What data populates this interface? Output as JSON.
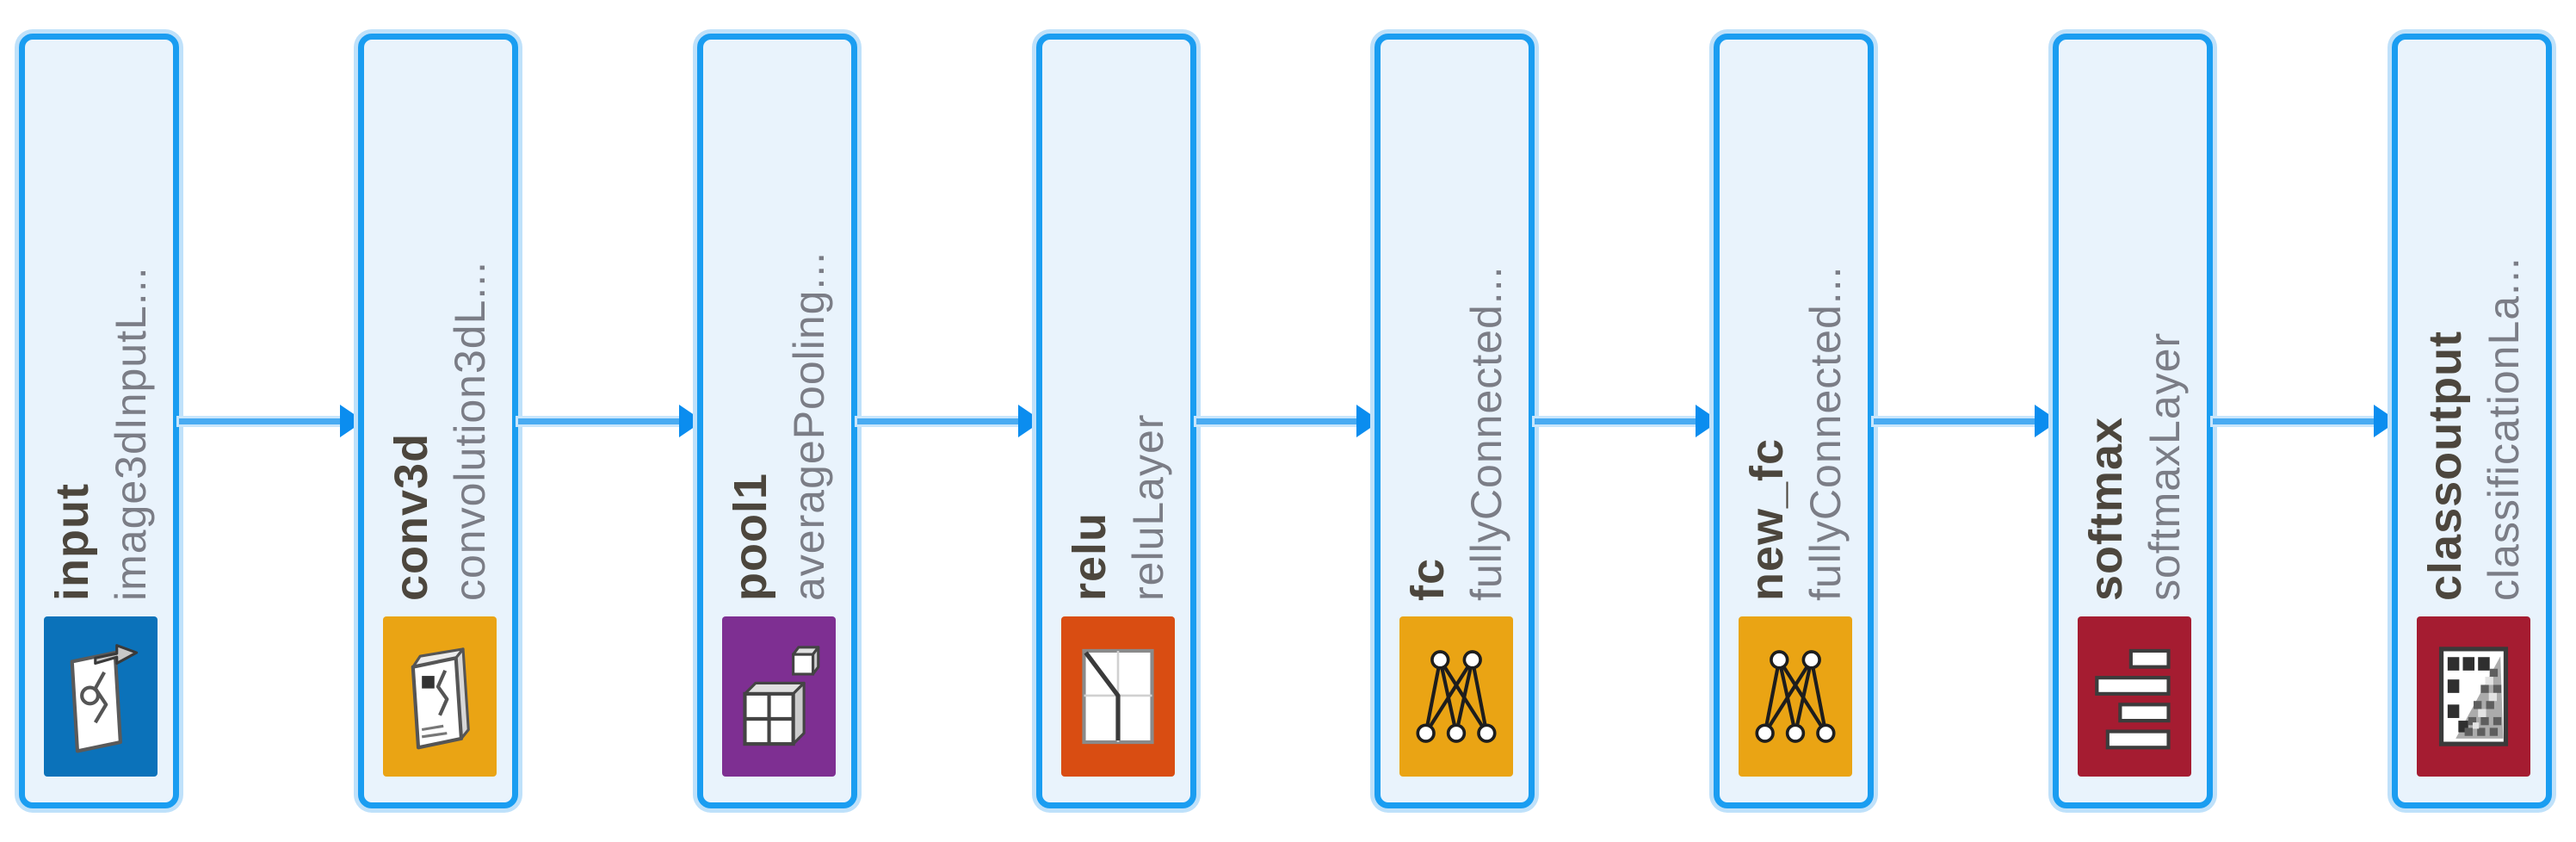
{
  "diagram": {
    "kind": "layer-graph",
    "direction": "left-to-right",
    "node_count": 8
  },
  "colors": {
    "node_border": "#1a9df1",
    "node_fill": "#e9f3fc",
    "node_glow": "#bfe1fa",
    "arrow_line": "#49abf2",
    "arrow_head": "#0b8def",
    "name_text": "#4c463d",
    "type_text": "#7b7d86"
  },
  "layers": [
    {
      "name": "input",
      "type": "image3dInputL...",
      "icon": "image3d-input-icon",
      "color": "#0b72ba"
    },
    {
      "name": "conv3d",
      "type": "convolution3dL...",
      "icon": "convolution3d-icon",
      "color": "#eaa414"
    },
    {
      "name": "pool1",
      "type": "averagePooling...",
      "icon": "average-pooling3d-icon",
      "color": "#7e2f92"
    },
    {
      "name": "relu",
      "type": "reluLayer",
      "icon": "relu-icon",
      "color": "#d94d12"
    },
    {
      "name": "fc",
      "type": "fullyConnected...",
      "icon": "fully-connected-icon",
      "color": "#eaa414"
    },
    {
      "name": "new_fc",
      "type": "fullyConnected...",
      "icon": "fully-connected-icon",
      "color": "#eaa414"
    },
    {
      "name": "softmax",
      "type": "softmaxLayer",
      "icon": "softmax-icon",
      "color": "#a51c31"
    },
    {
      "name": "classoutput",
      "type": "classificationLa...",
      "icon": "classification-icon",
      "color": "#a51c31"
    }
  ],
  "connections": [
    {
      "from": "input",
      "to": "conv3d"
    },
    {
      "from": "conv3d",
      "to": "pool1"
    },
    {
      "from": "pool1",
      "to": "relu"
    },
    {
      "from": "relu",
      "to": "fc"
    },
    {
      "from": "fc",
      "to": "new_fc"
    },
    {
      "from": "new_fc",
      "to": "softmax"
    },
    {
      "from": "softmax",
      "to": "classoutput"
    }
  ]
}
